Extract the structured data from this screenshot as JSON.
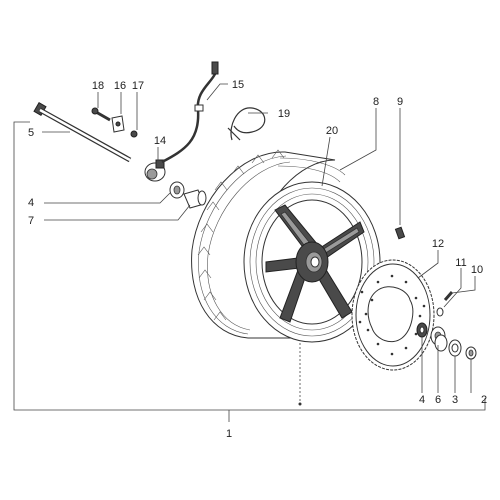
{
  "callouts": [
    {
      "id": "1",
      "label": "1"
    },
    {
      "id": "2",
      "label": "2"
    },
    {
      "id": "3",
      "label": "3"
    },
    {
      "id": "4",
      "label": "4"
    },
    {
      "id": "4b",
      "label": "4"
    },
    {
      "id": "5",
      "label": "5"
    },
    {
      "id": "6",
      "label": "6"
    },
    {
      "id": "7",
      "label": "7"
    },
    {
      "id": "8",
      "label": "8"
    },
    {
      "id": "9",
      "label": "9"
    },
    {
      "id": "10",
      "label": "10"
    },
    {
      "id": "11",
      "label": "11"
    },
    {
      "id": "12",
      "label": "12"
    },
    {
      "id": "14",
      "label": "14"
    },
    {
      "id": "15",
      "label": "15"
    },
    {
      "id": "16",
      "label": "16"
    },
    {
      "id": "17",
      "label": "17"
    },
    {
      "id": "18",
      "label": "18"
    },
    {
      "id": "19",
      "label": "19"
    },
    {
      "id": "20",
      "label": "20"
    }
  ]
}
